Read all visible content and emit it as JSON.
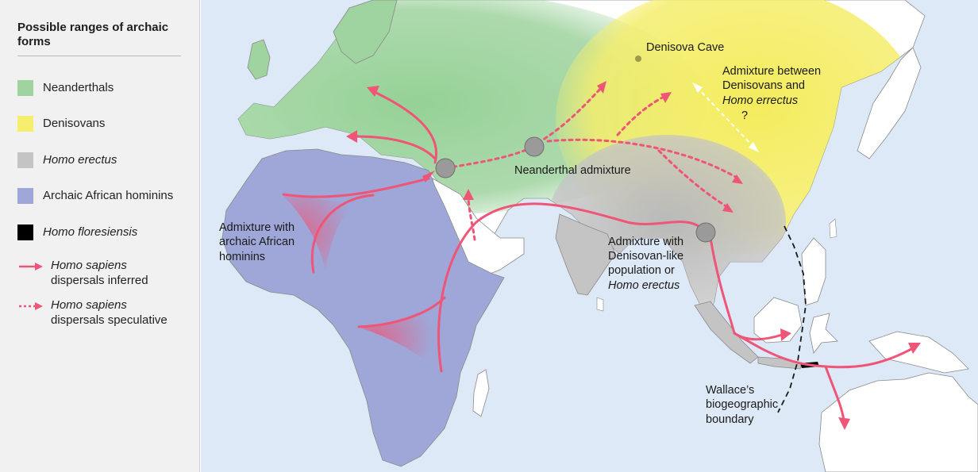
{
  "legend": {
    "title": "Possible ranges of archaic forms",
    "items": [
      {
        "label": "Neanderthals",
        "color": "#9fd39f"
      },
      {
        "label": "Denisovans",
        "color": "#f5ee6e"
      },
      {
        "label": "Homo erectus",
        "color": "#c4c4c4"
      },
      {
        "label": "Archaic African hominins",
        "color": "#9ea7d8"
      },
      {
        "label": "Homo floresiensis",
        "color": "#000000"
      }
    ],
    "inferred": {
      "line1": "Homo sapiens",
      "line2": "dispersals inferred"
    },
    "speculative": {
      "line1": "Homo sapiens",
      "line2": "dispersals speculative"
    }
  },
  "labels": {
    "denisova_cave": "Denisova Cave",
    "admix_den_erectus_1": "Admixture between",
    "admix_den_erectus_2": "Denisovans and",
    "admix_den_erectus_3": "Homo errectus",
    "question_mark": "?",
    "neanderthal_admixture": "Neanderthal admixture",
    "archaic_african_1": "Admixture with",
    "archaic_african_2": "archaic African",
    "archaic_african_3": "hominins",
    "denisovan_like_1": "Admixture with",
    "denisovan_like_2": "Denisovan-like",
    "denisovan_like_3": "population or",
    "denisovan_like_4": "Homo erectus",
    "wallace_1": "Wallace’s",
    "wallace_2": "biogeographic",
    "wallace_3": "boundary"
  },
  "colors": {
    "ocean": "#dde9f7",
    "land": "#ffffff",
    "arrow": "#ee5577",
    "admixture_circle": "#9a9a9a"
  },
  "icons": {
    "admixture_marker": "gray-circle-icon",
    "cave_marker": "olive-dot-icon"
  }
}
